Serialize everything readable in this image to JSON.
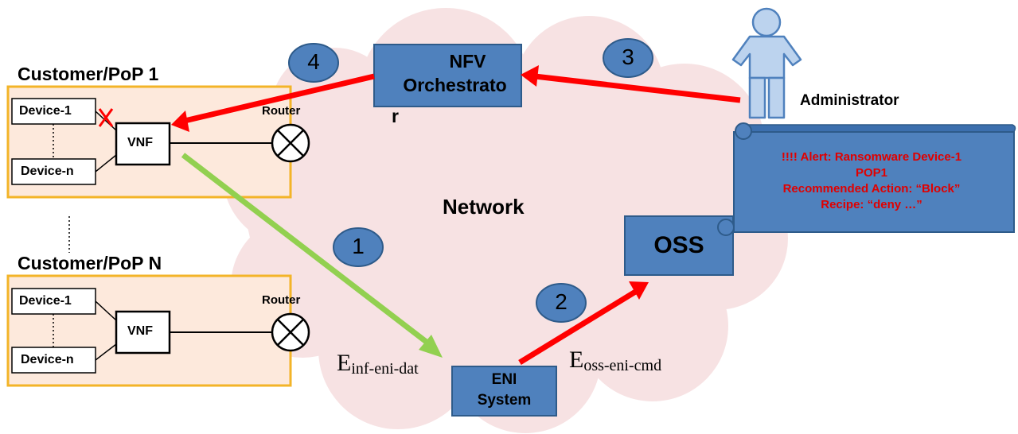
{
  "pops": [
    {
      "title": "Customer/PoP 1",
      "device_top": "Device-1",
      "device_bottom": "Device-n",
      "vnf": "VNF",
      "router": "Router"
    },
    {
      "title": "Customer/PoP N",
      "device_top": "Device-1",
      "device_bottom": "Device-n",
      "vnf": "VNF",
      "router": "Router"
    }
  ],
  "nodes": {
    "nfv_line1": "NFV",
    "nfv_line2": "Orchestrato",
    "nfv_line3": "r",
    "oss": "OSS",
    "eni_line1": "ENI",
    "eni_line2": "System",
    "network": "Network",
    "administrator": "Administrator"
  },
  "steps": [
    "1",
    "2",
    "3",
    "4"
  ],
  "interfaces": {
    "inf_base": "E",
    "inf_sub": "inf-eni-dat",
    "oss_base": "E",
    "oss_sub": "oss-eni-cmd"
  },
  "alert": {
    "line1": "!!!! Alert: Ransomware Device-1",
    "line2": "POP1",
    "line3": "Recommended Action: “Block”",
    "line4": "Recipe: “deny …”"
  },
  "colors": {
    "box_blue": "#4f81bd",
    "box_border": "#2e5b8a",
    "pop_fill": "#fde9dc",
    "pop_border": "#f3b428",
    "cloud": "#f7e2e3",
    "arrow_red": "#ff0000",
    "arrow_green": "#92d050",
    "alert_text": "#e00000"
  }
}
